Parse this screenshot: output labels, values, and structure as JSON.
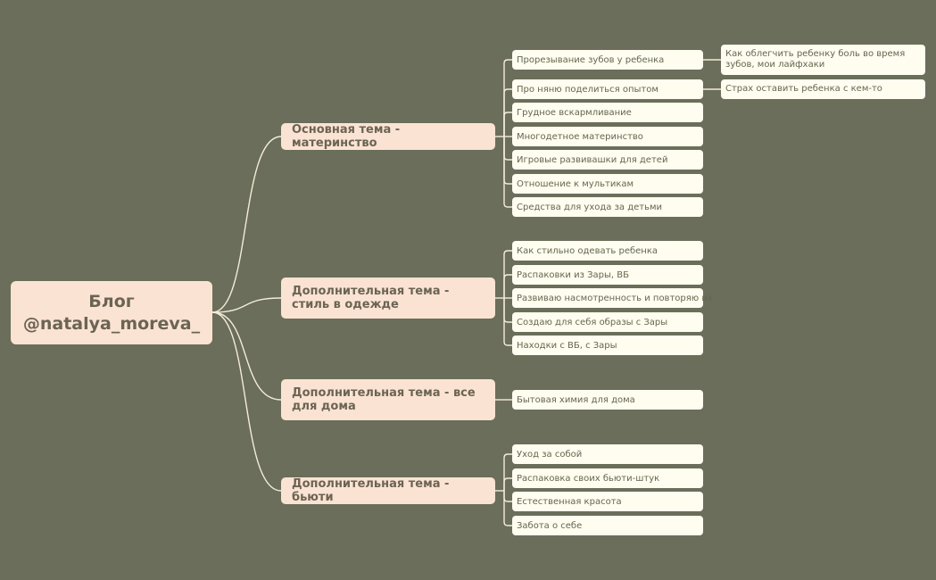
{
  "root": {
    "line1": "Блог",
    "line2": "@natalya_moreva_"
  },
  "topics": [
    {
      "label": "Основная тема - материнство",
      "items": [
        {
          "label": "Прорезывание зубов у ребенка",
          "child": "Как облегчить ребенку боль во время зубов, мои лайфхаки"
        },
        {
          "label": "Про няню поделиться опытом",
          "child": "Страх оставить ребенка с кем-то"
        },
        {
          "label": "Грудное вскармливание"
        },
        {
          "label": "Многодетное материнство"
        },
        {
          "label": "Игровые развивашки для детей"
        },
        {
          "label": "Отношение к мультикам"
        },
        {
          "label": "Средства для ухода за детьми"
        }
      ]
    },
    {
      "label": "Дополнительная тема - стиль в одежде",
      "items": [
        {
          "label": "Как стильно одевать ребенка"
        },
        {
          "label": "Распаковки из Зары, ВБ"
        },
        {
          "label": "Развиваю насмотренность и повторяю их"
        },
        {
          "label": "Создаю для себя образы с Зары"
        },
        {
          "label": "Находки с ВБ, с Зары"
        }
      ]
    },
    {
      "label": "Дополнительная тема - все для дома",
      "items": [
        {
          "label": "Бытовая химия для дома"
        }
      ]
    },
    {
      "label": "Дополнительная тема - бьюти",
      "items": [
        {
          "label": "Уход за собой"
        },
        {
          "label": "Распаковка своих бьюти-штук"
        },
        {
          "label": "Естественная красота"
        },
        {
          "label": "Забота о себе"
        }
      ]
    }
  ],
  "colors": {
    "background": "#6a6e5a",
    "node_primary": "#fbe3d3",
    "node_secondary": "#fefdef",
    "connector": "#f5ecd8",
    "text": "#6b6453"
  }
}
